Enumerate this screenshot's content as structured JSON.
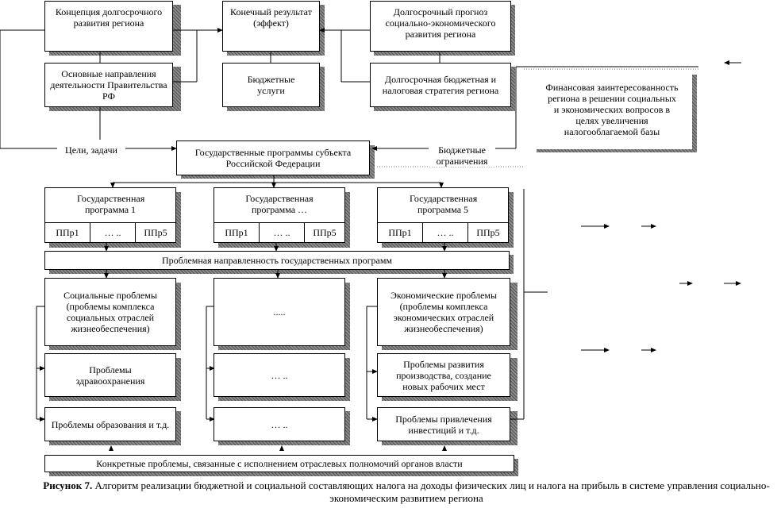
{
  "boxes": {
    "concept": "Концепция долгосрочного развития региона",
    "final_result": "Конечный результат (эффект)",
    "forecast": "Долгосрочный прогноз социально-экономического развития региона",
    "directions": "Основные направления деятельности Правительства РФ",
    "budget_services": "Бюджетные услуги",
    "budget_strategy": "Долгосрочная бюджетная и налоговая стратегия региона",
    "financial_interest": "Финансовая заинтересованность региона в решении социальных и экономических вопросов в целях увеличения налогооблагаемой базы",
    "state_programs": "Государственные программы субъекта Российской Федерации",
    "program_1": "Государственная программа 1",
    "program_n": "Государственная программа …",
    "program_5": "Государственная программа 5",
    "problem_focus": "Проблемная направленность государственных программ",
    "social_problems": "Социальные проблемы (проблемы комплекса социальных отраслей жизнеобеспечения)",
    "middle_problems": ".....",
    "economic_problems": "Экономические проблемы (проблемы комплекса экономических отраслей жизнеобеспечения)",
    "health": "Проблемы здравоохранения",
    "middle_2": "… ..",
    "production": "Проблемы развития производства, создание новых рабочих мест",
    "education": "Проблемы образования и т.д.",
    "middle_3": "… ..",
    "investment": "Проблемы привлечения инвестиций и т.д.",
    "concrete": "Конкретные проблемы, связанные с исполнением отраслевых полномочий органов власти"
  },
  "subprograms": {
    "first": "ППр1",
    "dots": "… ..",
    "last": "ППр5"
  },
  "labels": {
    "goals": "Цели, задачи",
    "budget_limits": "Бюджетные ограничения"
  },
  "caption": {
    "bold": "Рисунок 7.",
    "text": " Алгоритм реализации бюджетной и социальной составляющих налога на доходы физических лиц и налога на прибыль в системе управления социально-экономическим развитием региона"
  }
}
